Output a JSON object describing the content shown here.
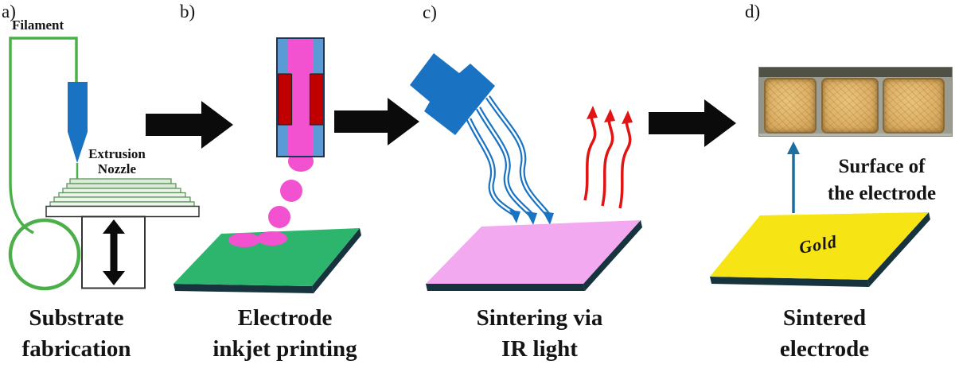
{
  "figure": {
    "panels": {
      "a": {
        "label": "a)",
        "filament_label": "Filament",
        "nozzle_label": {
          "line1": "Extrusion",
          "line2": "Nozzle"
        },
        "caption": {
          "line1": "Substrate",
          "line2": "fabrication"
        }
      },
      "b": {
        "label": "b)",
        "caption": {
          "line1": "Electrode",
          "line2": "inkjet printing"
        }
      },
      "c": {
        "label": "c)",
        "caption": {
          "line1": "Sintering via",
          "line2": "IR light"
        }
      },
      "d": {
        "label": "d)",
        "surface_label": {
          "line1": "Surface of",
          "line2": "the electrode"
        },
        "gold_label": "Gold",
        "caption": {
          "line1": "Sintered",
          "line2": "electrode"
        }
      }
    },
    "colors": {
      "filament_green": "#4cb04a",
      "layer_fill_dark": "#dcead8",
      "layer_fill_light": "#edf4ea",
      "layer_stroke": "#5e965e",
      "nozzle_blue": "#1a73c2",
      "printhead_blue": "#5b9bd5",
      "printhead_border": "#17375e",
      "piezo_red": "#c00000",
      "ink_magenta": "#f251cf",
      "substrate_green": "#2db56e",
      "substrate_pink": "#f3a9ef",
      "substrate_yellow": "#f6e414",
      "substrate_edge_dark": "#16333e",
      "ir_lamp_blue": "#1a73c2",
      "heat_red": "#e11414",
      "pointer_teal": "#1d6f9f",
      "arrow_black": "#0b0b0b",
      "box_stroke": "#333333",
      "white": "#ffffff"
    }
  }
}
